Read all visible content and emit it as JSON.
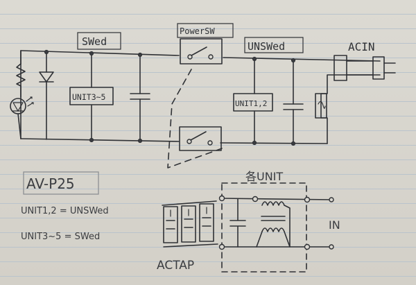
{
  "labels": {
    "swed": "SWed",
    "power_sw": "PowerSW",
    "unswed": "UNSWed",
    "acin": "ACIN",
    "unit_3_5": "UNIT3~5",
    "unit_1_2": "UNIT1,2",
    "model": "AV-P25",
    "note_unit12": "UNIT1,2 = UNSWed",
    "note_unit35": "UNIT3~5 = SWed",
    "each_unit": "各UNIT",
    "in": "IN",
    "actap": "ACTAP"
  }
}
